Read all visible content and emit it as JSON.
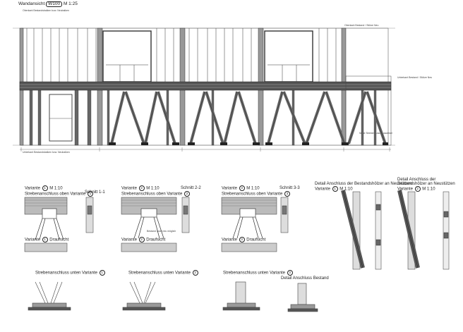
{
  "header": {
    "title_prefix": "Wandansicht",
    "wall_code": "W100",
    "scale": "M 1:25"
  },
  "elevation": {
    "top_note": "Oberkant Bestandsbalken bzw. Neubalken",
    "bottom_note": "Unterkant Bestandsbalken bzw. Neubalken",
    "right_note_1": "Oberkant Bestand / Stütze Neu",
    "right_note_2": "Unterkant Bestand / Stütze Neu",
    "right_note_3": "Neue Streben Anschlussdetail"
  },
  "details": {
    "variante_word": "Variante",
    "scale_10": "M 1:10",
    "v1_number": "1",
    "v1_top_title": "Strebenanschluss oben Variante",
    "v1_top_ref": "1",
    "v1_plan": "Draufsicht",
    "v2_number": "2",
    "v2_top_title": "Strebenanschluss oben Variante",
    "v2_top_ref": "2",
    "v2_plan": "Draufsicht",
    "v2_note": "Bestand doch neu möglich",
    "v3_number": "3",
    "v3_top_title": "Strebenanschluss oben Variante",
    "v3_top_ref": "3",
    "v3_plan": "Draufsicht",
    "schnitt_1": "Schnitt 1-1",
    "schnitt_2": "Schnitt 2-2",
    "schnitt_3": "Schnitt 3-3",
    "bottom_1": "Strebenanschluss unten Variante",
    "bottom_1_ref": "1",
    "bottom_2": "Strebenanschluss unten Variante",
    "bottom_2_ref": "2",
    "bottom_3": "Strebenanschluss unten Variante",
    "bottom_3_ref": "3",
    "bestand_title": "Detail Anschluss Bestand",
    "anschluss_title_a": "Detail Anschluss der Bestandshölzer an Neustützen",
    "anschluss_a_ref": "1",
    "anschluss_title_b": "Detail Anschluss der Bestandshölzer an Neustützen",
    "anschluss_b_ref": "2"
  }
}
